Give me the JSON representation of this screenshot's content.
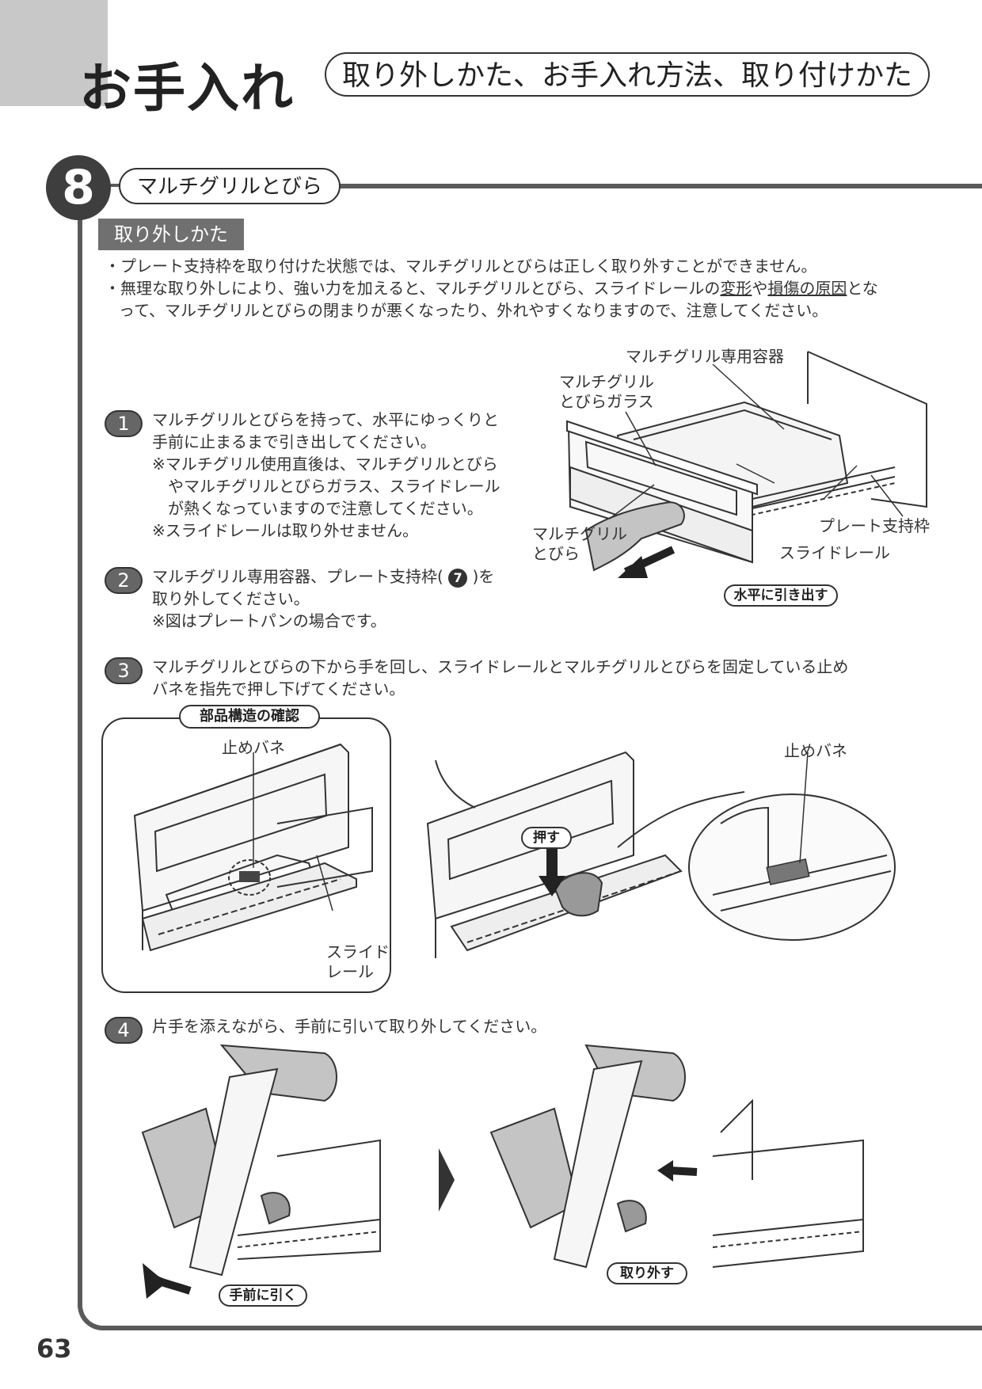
{
  "header": {
    "title": "お手入れ",
    "subtitle": "取り外しかた、お手入れ方法、取り付けかた"
  },
  "section": {
    "number": "8",
    "name": "マルチグリルとびら",
    "sub_heading": "取り外しかた"
  },
  "notes": [
    "・プレート支持枠を取り付けた状態では、マルチグリルとびらは正しく取り外すことができません。",
    "・無理な取り外しにより、強い力を加えると、マルチグリルとびら、スライドレールの",
    "変形",
    "や",
    "損傷の原因",
    "とな",
    "って、マルチグリルとびらの閉まりが悪くなったり、外れやすくなりますので、注意してください。"
  ],
  "steps": [
    {
      "badge": "1",
      "lines": [
        "マルチグリルとびらを持って、水平にゆっくりと",
        "手前に止まるまで引き出してください。",
        "※マルチグリル使用直後は、マルチグリルとびら",
        "やマルチグリルとびらガラス、スライドレール",
        "が熱くなっていますので注意してください。",
        "※スライドレールは取り外せません。"
      ]
    },
    {
      "badge": "2",
      "lines": [
        "マルチグリル専用容器、プレート支持枠(",
        "7",
        ")を",
        "取り外してください。",
        "※図はプレートパンの場合です。"
      ]
    },
    {
      "badge": "3",
      "lines": [
        "マルチグリルとびらの下から手を回し、スライドレールとマルチグリルとびらを固定している止め",
        "バネを指先で押し下げてください。"
      ]
    },
    {
      "badge": "4",
      "lines": [
        "片手を添えながら、手前に引いて取り外してください。"
      ]
    }
  ],
  "figure1": {
    "container": "マルチグリル専用容器",
    "glass": [
      "マルチグリル",
      "とびらガラス"
    ],
    "frame": "プレート支持枠",
    "door": [
      "マルチグリル",
      "とびら"
    ],
    "rail": "スライドレール",
    "action": "水平に引き出す"
  },
  "figure3": {
    "box_title": "部品構造の確認",
    "spring": "止めバネ",
    "rail": [
      "スライド",
      "レール"
    ],
    "push": "押す",
    "spring_zoom": "止めバネ"
  },
  "figure4": {
    "pull": "手前に引く",
    "remove": "取り外す"
  },
  "page_number": "63"
}
